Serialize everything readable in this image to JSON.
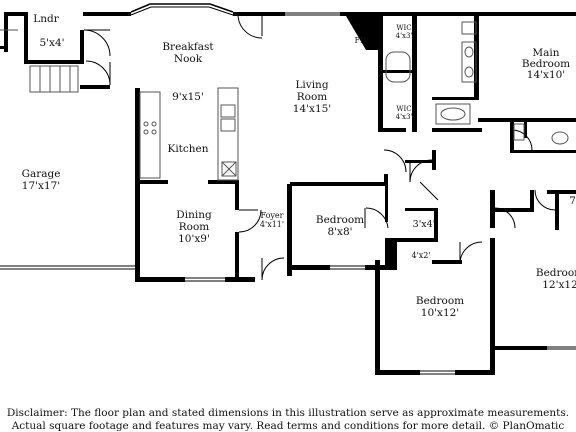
{
  "rooms": {
    "laundry": {
      "name": "Lndr",
      "dim": "5'x4'"
    },
    "breakfast": {
      "name1": "Breakfast",
      "name2": "Nook"
    },
    "kitchen_dim": "9'x15'",
    "kitchen": {
      "name": "Kitchen"
    },
    "living": {
      "name1": "Living",
      "name2": "Room",
      "dim": "14'x15'"
    },
    "fireplace": {
      "name": "FP"
    },
    "wic1": {
      "name": "WIC",
      "dim": "4'x3'"
    },
    "wic2": {
      "name": "WIC",
      "dim": "4'x3'"
    },
    "main_bedroom": {
      "name1": "Main",
      "name2": "Bedroom",
      "dim": "14'x10'"
    },
    "garage": {
      "name": "Garage",
      "dim": "17'x17'"
    },
    "dining": {
      "name1": "Dining",
      "name2": "Room",
      "dim": "10'x9'"
    },
    "foyer": {
      "name": "Foyer",
      "dim": "4'x11'"
    },
    "bedroom2": {
      "name": "Bedroom",
      "dim": "8'x8'"
    },
    "closet1": {
      "dim": "3'x4'"
    },
    "closet2": {
      "dim": "4'x2'"
    },
    "bedroom3": {
      "name": "Bedroom",
      "dim": "10'x12'"
    },
    "bedroom4": {
      "name": "Bedroom",
      "dim": "12'x12"
    },
    "partial": {
      "dim": "7'"
    }
  },
  "disclaimer": {
    "line1": "Disclaimer: The floor plan and stated dimensions in this illustration serve as approximate measurements.",
    "line2": "Actual square footage and features may vary. Read terms and conditions for more detail. © PlanOmatic"
  },
  "colors": {
    "wall": "#000000",
    "fixture": "#555555",
    "background": "#ffffff"
  }
}
